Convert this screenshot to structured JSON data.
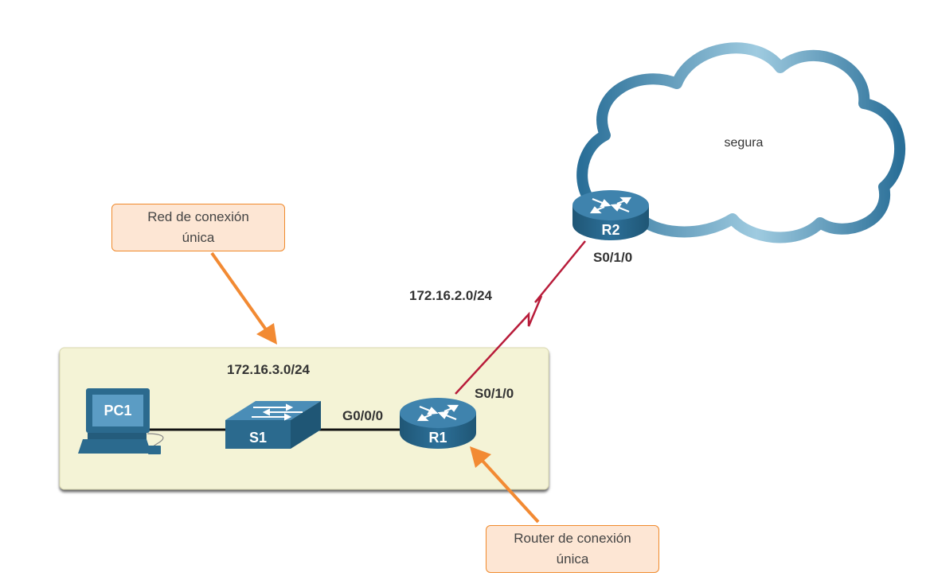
{
  "cloud": {
    "label": "segura"
  },
  "networks": {
    "lan": "172.16.3.0/24",
    "wan": "172.16.2.0/24"
  },
  "devices": {
    "pc1": "PC1",
    "s1": "S1",
    "r1": "R1",
    "r2": "R2"
  },
  "interfaces": {
    "r1_g0": "G0/0/0",
    "r1_s0": "S0/1/0",
    "r2_s0": "S0/1/0"
  },
  "callouts": {
    "stub_network": {
      "line1": "Red de conexión",
      "line2": "única"
    },
    "stub_router": {
      "line1": "Router de conexión",
      "line2": "única"
    }
  },
  "colors": {
    "device_blue": "#2b6a8e",
    "cloud_stroke": "#3f86ad",
    "serial_link": "#b81c3a",
    "arrow_orange": "#f28a33",
    "lan_background": "#f4f3d6"
  }
}
